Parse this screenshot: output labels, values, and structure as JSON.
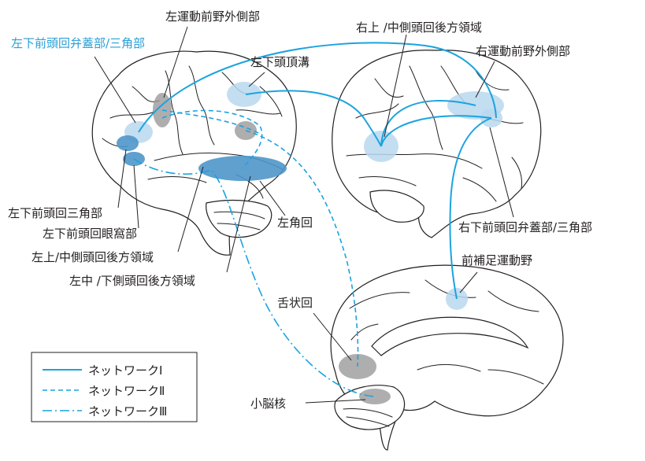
{
  "labels": {
    "l_ifg_op_tri": "左下前頭回弁蓋部/三角部",
    "l_premotor": "左運動前野外側部",
    "l_ips": "左下頭頂溝",
    "r_mtg": "右上 /中側頭回後方領域",
    "r_premotor": "右運動前野外側部",
    "l_ifg_tri": "左下前頭回三角部",
    "l_ifg_orb": "左下前頭回眼窩部",
    "l_stg_mtg": "左上/中側頭回後方領域",
    "l_mtg_itg": "左中 /下側頭回後方領域",
    "l_angular": "左角回",
    "r_ifg": "右下前頭回弁蓋部/三角部",
    "sma": "前補足運動野",
    "lingual": "舌状回",
    "cerebellar_nucleus": "小脳核"
  },
  "legend": {
    "net1": "ネットワークⅠ",
    "net2": "ネットワークⅡ",
    "net3": "ネットワークⅢ"
  },
  "colors": {
    "network_line": "#1aa3e0",
    "highlight_label": "#2a9fd6",
    "region_light": "#b9d8ef",
    "region_dark": "#4f96c9",
    "region_gray": "#9a9a9a"
  }
}
